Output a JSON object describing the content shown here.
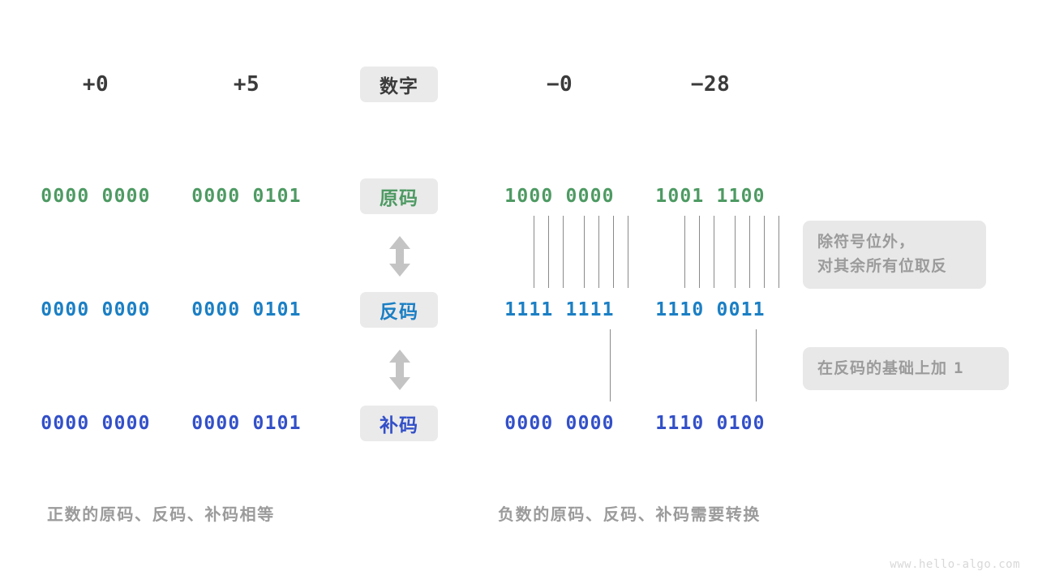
{
  "figure": {
    "title_row": {
      "label": "数字",
      "columns": [
        {
          "name": "plus-zero",
          "value": "+0"
        },
        {
          "name": "plus-five",
          "value": "+5"
        },
        {
          "name": "minus-zero",
          "value": "−0"
        },
        {
          "name": "minus-28",
          "value": "−28"
        }
      ]
    },
    "rows": [
      {
        "label": "原码",
        "label_color": "#4e9a63",
        "value_color": "#4e9a63",
        "values": {
          "plus_zero": "0000 0000",
          "plus_five": "0000 0101",
          "minus_zero": "1000 0000",
          "minus_28": "1001 1100"
        }
      },
      {
        "label": "反码",
        "label_color": "#1b7fc4",
        "value_color": "#1b7fc4",
        "values": {
          "plus_zero": "0000 0000",
          "plus_five": "0000 0101",
          "minus_zero": "1111 1111",
          "minus_28": "1110 0011"
        }
      },
      {
        "label": "补码",
        "label_color": "#3350c8",
        "value_color": "#3350c8",
        "values": {
          "plus_zero": "0000 0000",
          "plus_five": "0000 0101",
          "minus_zero": "0000 0000",
          "minus_28": "1110 0100"
        }
      }
    ],
    "annotations": [
      {
        "name": "invert-bits-note",
        "line1": "除符号位外，",
        "line2": "对其余所有位取反"
      },
      {
        "name": "add-one-note",
        "text": "在反码的基础上加",
        "mono_suffix": "1"
      }
    ],
    "captions": {
      "left": "正数的原码、反码、补码相等",
      "right": "负数的原码、反码、补码需要转换"
    },
    "watermark": "www.hello-algo.com",
    "colors": {
      "green": "#4e9a63",
      "blue": "#1b7fc4",
      "indigo": "#3350c8",
      "badge_bg": "#eaeaea",
      "callout_bg": "#e8e8e8",
      "muted_text": "#9b9b9b",
      "dark_text": "#3b3b3b",
      "line": "#8a8a8a",
      "arrow": "#c4c4c4"
    }
  }
}
